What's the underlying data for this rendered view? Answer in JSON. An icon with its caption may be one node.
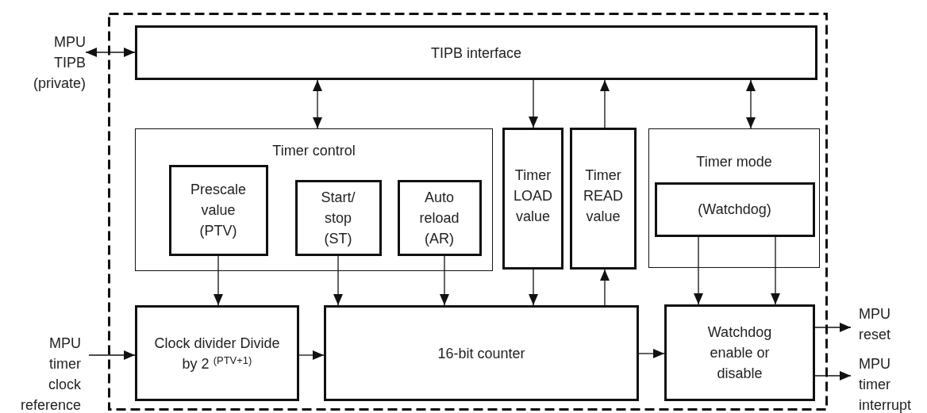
{
  "diagram": {
    "nodes": [
      {
        "text": [],
        "shape": "box"
      },
      {
        "text": [
          "MPU TIPB (private)"
        ]
      },
      {
        "text": [
          "TIPB interface"
        ],
        "in": 0
      },
      {
        "text": [
          "Timer control"
        ],
        "in": 0
      },
      {
        "text": [
          "Prescale value (PTV)"
        ],
        "in": 3
      },
      {
        "text": [
          "Start/ stop (ST)"
        ],
        "in": 3
      },
      {
        "text": [
          "Auto reload (AR)"
        ],
        "in": 3
      },
      {
        "text": [
          "Timer LOAD value"
        ],
        "in": 0
      },
      {
        "text": [
          "Timer READ value"
        ],
        "in": 0
      },
      {
        "text": [
          "Timer mode"
        ],
        "in": 0
      },
      {
        "text": [
          "(Watchdog)"
        ],
        "in": 9
      },
      {
        "text": [
          "Clock divider Divide by 2 $^{(PTV+1)}$"
        ],
        "in": 0
      },
      {
        "text": [
          "16-bit counter"
        ],
        "in": 0
      },
      {
        "text": [
          "Watchdog enable or disable"
        ],
        "in": 0
      },
      {
        "text": [
          "MPU timer clock reference"
        ]
      },
      {
        "text": [
          "MPU reset"
        ]
      },
      {
        "text": [
          "MPU timer interrupt"
        ]
      }
    ],
    "edges": [
      {
        "from": 1,
        "to": 2,
        "arrow": "both"
      },
      {
        "from": 2,
        "to": 3,
        "arrow": "both"
      },
      {
        "from": 2,
        "to": 7,
        "arrow": "to"
      },
      {
        "from": 8,
        "to": 2,
        "arrow": "to"
      },
      {
        "from": 2,
        "to": 9,
        "arrow": "both"
      },
      {
        "from": 4,
        "to": 11,
        "arrow": "to"
      },
      {
        "from": 5,
        "to": 12,
        "arrow": "to"
      },
      {
        "from": 6,
        "to": 12,
        "arrow": "to"
      },
      {
        "from": 7,
        "to": 12,
        "arrow": "to"
      },
      {
        "from": 12,
        "to": 8,
        "arrow": "to"
      },
      {
        "from": 10,
        "to": 13,
        "arrow": "to"
      },
      {
        "from": 10,
        "to": 13,
        "arrow": "to"
      },
      {
        "from": 14,
        "to": 11,
        "arrow": "to"
      },
      {
        "from": 11,
        "to": 12,
        "arrow": "to"
      },
      {
        "from": 12,
        "to": 13,
        "arrow": "to"
      },
      {
        "from": 13,
        "to": 15,
        "arrow": "to"
      },
      {
        "from": 13,
        "to": 16,
        "arrow": "to"
      }
    ]
  }
}
